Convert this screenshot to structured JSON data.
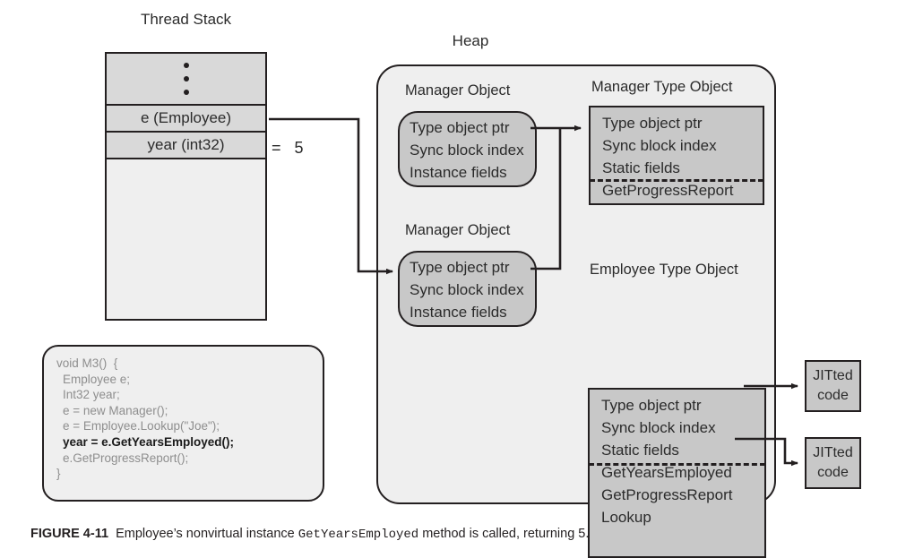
{
  "stack": {
    "title": "Thread Stack",
    "ellipsis_icon": "vertical-ellipsis",
    "cells": [
      {
        "label": "e (Employee)"
      },
      {
        "label": "year (int32)"
      }
    ],
    "value_annotation": "=  5"
  },
  "code": {
    "lines": [
      {
        "text": "void M3()  {",
        "bold": false,
        "indent": false
      },
      {
        "text": "Employee e;",
        "bold": false,
        "indent": true
      },
      {
        "text": "Int32 year;",
        "bold": false,
        "indent": true
      },
      {
        "text": "e = new Manager();",
        "bold": false,
        "indent": true
      },
      {
        "text": "e = Employee.Lookup(\"Joe\");",
        "bold": false,
        "indent": true
      },
      {
        "text": "year = e.GetYearsEmployed();",
        "bold": true,
        "indent": true
      },
      {
        "text": "e.GetProgressReport();",
        "bold": false,
        "indent": true
      },
      {
        "text": "}",
        "bold": false,
        "indent": false
      }
    ]
  },
  "heap": {
    "title": "Heap",
    "manager_object_1": {
      "label": "Manager Object",
      "rows": [
        "Type object ptr",
        "Sync block index",
        "Instance fields"
      ]
    },
    "manager_object_2": {
      "label": "Manager Object",
      "rows": [
        "Type object ptr",
        "Sync block index",
        "Instance fields"
      ]
    },
    "manager_type_object": {
      "label": "Manager Type Object",
      "fields": [
        "Type object ptr",
        "Sync block index",
        "Static fields"
      ],
      "methods": [
        "GetProgressReport"
      ]
    },
    "employee_type_object": {
      "label": "Employee Type Object",
      "fields": [
        "Type object ptr",
        "Sync block index",
        "Static fields"
      ],
      "methods": [
        "GetYearsEmployed",
        "GetProgressReport",
        "Lookup"
      ]
    }
  },
  "jitted": [
    {
      "line1": "JITted",
      "line2": "code"
    },
    {
      "line1": "JITted",
      "line2": "code"
    }
  ],
  "caption": {
    "figure_number": "FIGURE 4-11",
    "text_before": "Employee’s nonvirtual instance",
    "method_name": "GetYearsEmployed",
    "text_after": "method is called, returning 5."
  },
  "colors": {
    "line": "#231f20",
    "object_fill": "#c8c8c8",
    "container_fill": "#efefef",
    "stack_cell_fill": "#d9d9d9",
    "code_text": "#8e8e8e",
    "code_text_highlight": "#1a1a1a"
  }
}
